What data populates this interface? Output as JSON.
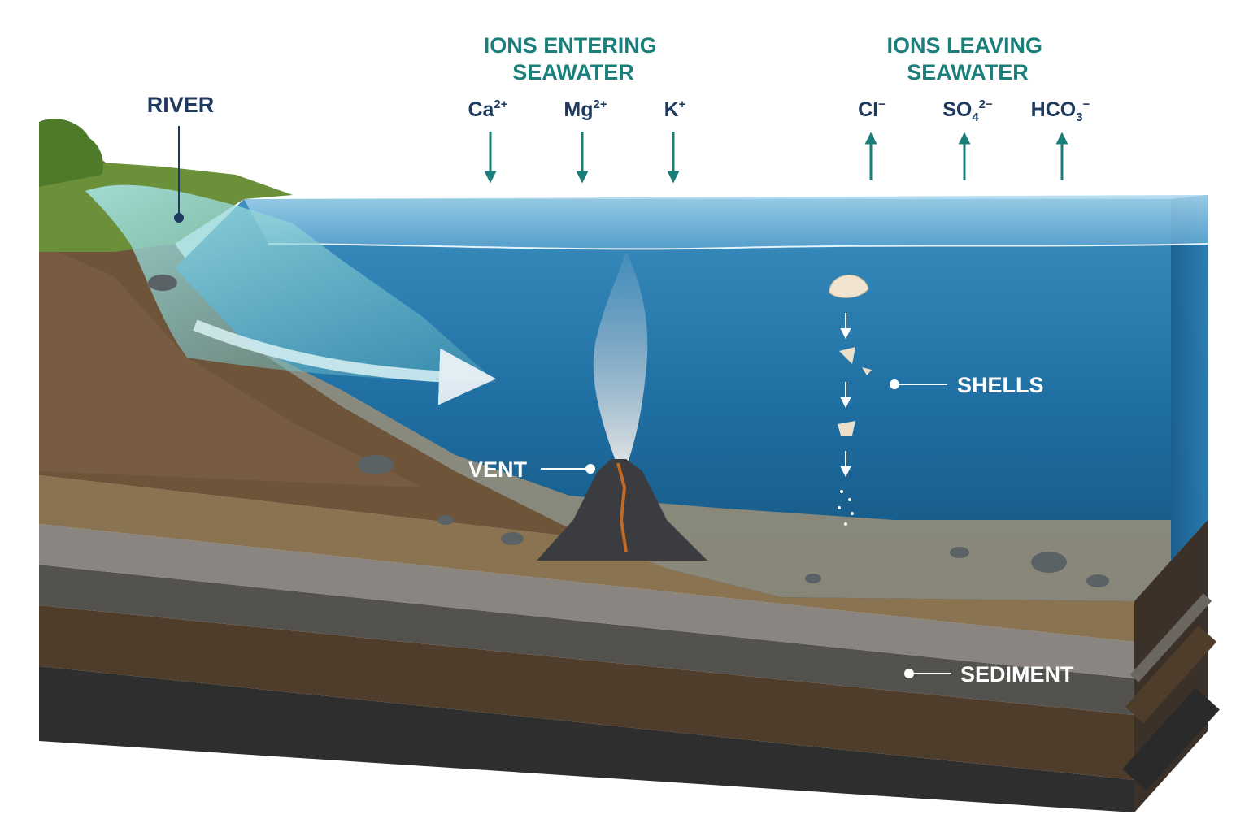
{
  "header": {
    "entering_title_line1": "IONS ENTERING",
    "entering_title_line2": "SEAWATER",
    "leaving_title_line1": "IONS LEAVING",
    "leaving_title_line2": "SEAWATER"
  },
  "ions_entering": [
    {
      "base": "Ca",
      "sub": "",
      "sup": "2+"
    },
    {
      "base": "Mg",
      "sub": "",
      "sup": "2+"
    },
    {
      "base": "K",
      "sub": "",
      "sup": "+"
    }
  ],
  "ions_leaving": [
    {
      "base": "Cl",
      "sub": "",
      "sup": "−"
    },
    {
      "base": "SO",
      "sub": "4",
      "sup": "2−"
    },
    {
      "base": "HCO",
      "sub": "3",
      "sup": "−"
    }
  ],
  "labels": {
    "river": "RIVER",
    "vent": "VENT",
    "shells": "SHELLS",
    "sediment": "SEDIMENT"
  },
  "colors": {
    "teal_text": "#1a7f7a",
    "navy_text": "#1f3a5f",
    "ocean": "#1f6fa3",
    "ocean_deep": "#14537e",
    "ocean_surface": "#6fb2d6",
    "river_water": "#8fd3d8",
    "grass": "#6c8f3a",
    "sediment_light": "#8a7350",
    "sediment_gray": "#8a8580",
    "sediment_dark": "#3a3a3a",
    "sediment_brown": "#5c4630"
  }
}
